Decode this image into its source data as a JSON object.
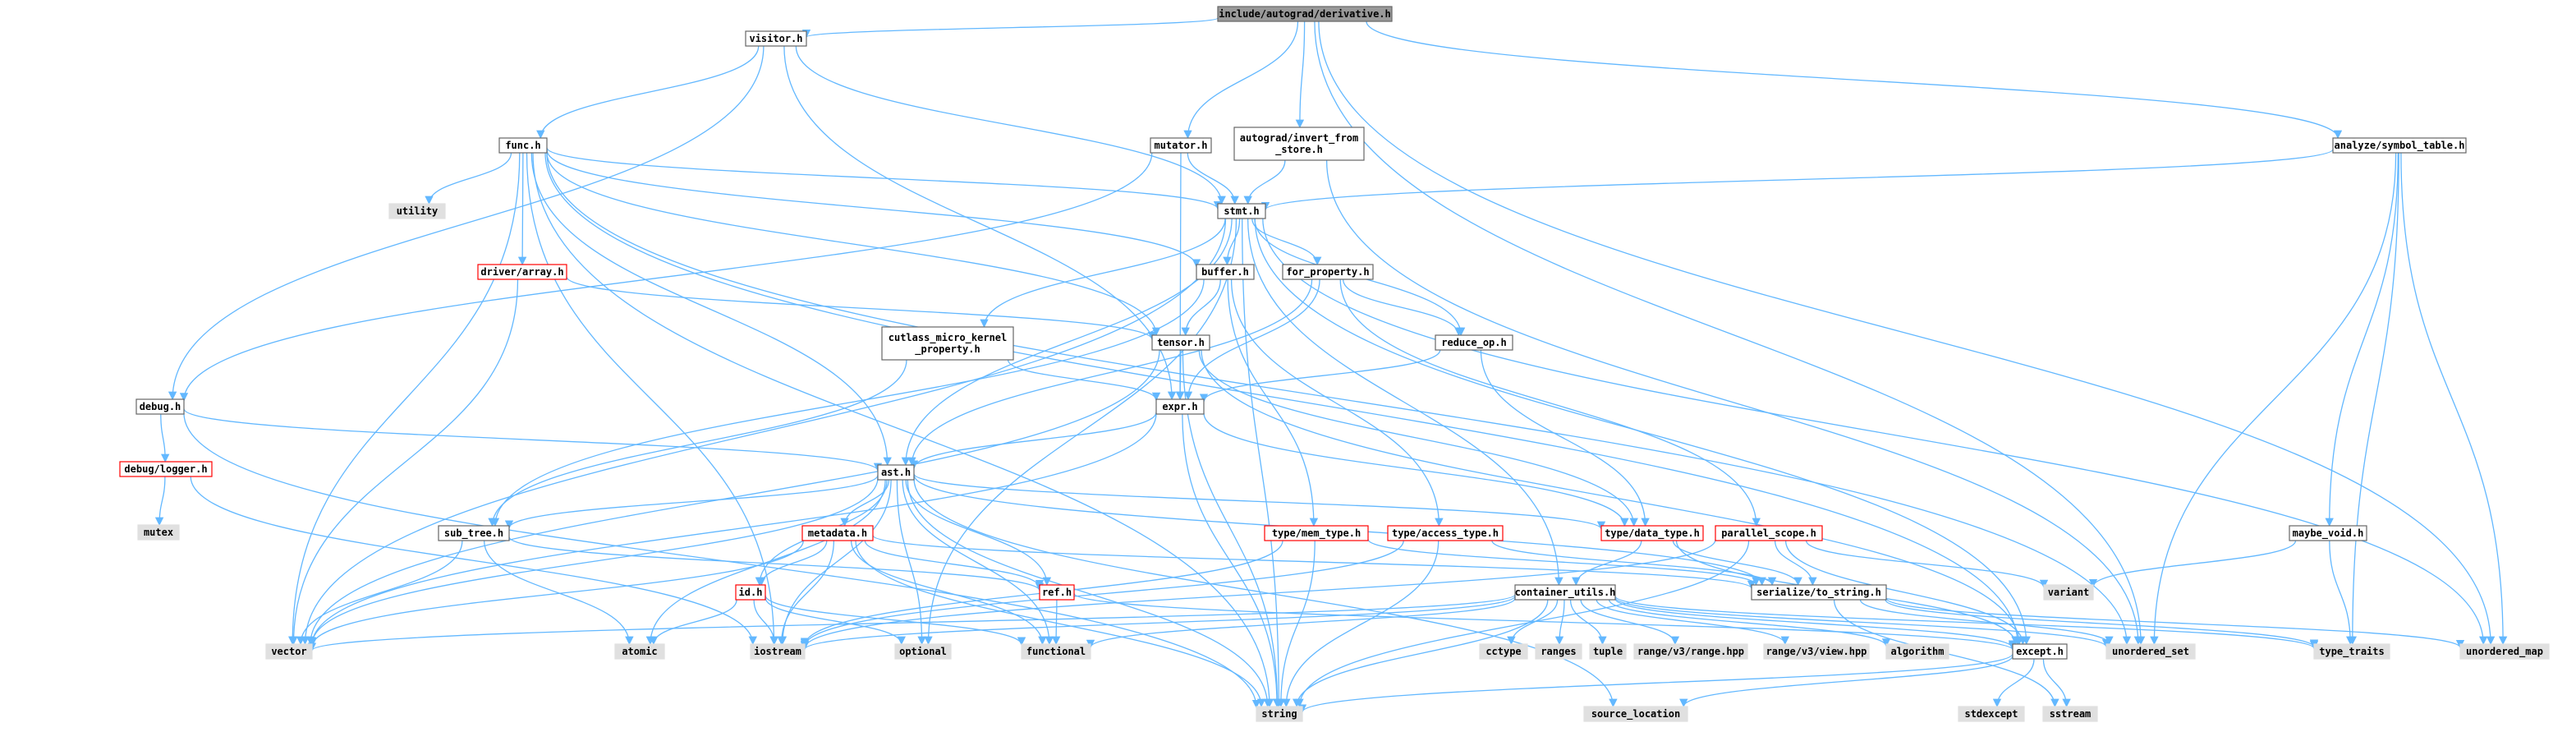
{
  "colors": {
    "edge": "#63b8ff",
    "focus_fill": "#999999",
    "normal_fill": "#ffffff",
    "normal_stroke": "#666666",
    "red_stroke": "#ff0000",
    "gray_fill": "#e0e0e0"
  },
  "nodes": [
    {
      "id": "derivative",
      "label": "include/autograd/derivative.h",
      "kind": "focus"
    },
    {
      "id": "visitor",
      "label": "visitor.h",
      "kind": "normal"
    },
    {
      "id": "func",
      "label": "func.h",
      "kind": "normal"
    },
    {
      "id": "utility",
      "label": "utility",
      "kind": "gray"
    },
    {
      "id": "mutator",
      "label": "mutator.h",
      "kind": "normal"
    },
    {
      "id": "invert",
      "label": "autograd/invert_from_store.h",
      "lines": [
        "autograd/invert_from",
        "_store.h"
      ],
      "kind": "normal"
    },
    {
      "id": "analyze",
      "label": "analyze/symbol_table.h",
      "kind": "normal"
    },
    {
      "id": "stmt",
      "label": "stmt.h",
      "kind": "normal"
    },
    {
      "id": "driverarray",
      "label": "driver/array.h",
      "kind": "red"
    },
    {
      "id": "buffer",
      "label": "buffer.h",
      "kind": "normal"
    },
    {
      "id": "forprop",
      "label": "for_property.h",
      "kind": "normal"
    },
    {
      "id": "cutlass",
      "label": "cutlass_micro_kernel_property.h",
      "lines": [
        "cutlass_micro_kernel",
        "_property.h"
      ],
      "kind": "normal"
    },
    {
      "id": "tensor",
      "label": "tensor.h",
      "kind": "normal"
    },
    {
      "id": "reduceop",
      "label": "reduce_op.h",
      "kind": "normal"
    },
    {
      "id": "debug",
      "label": "debug.h",
      "kind": "normal"
    },
    {
      "id": "expr",
      "label": "expr.h",
      "kind": "normal"
    },
    {
      "id": "logger",
      "label": "debug/logger.h",
      "kind": "red"
    },
    {
      "id": "mutex",
      "label": "mutex",
      "kind": "gray"
    },
    {
      "id": "ast",
      "label": "ast.h",
      "kind": "normal"
    },
    {
      "id": "subtree",
      "label": "sub_tree.h",
      "kind": "normal"
    },
    {
      "id": "metadata",
      "label": "metadata.h",
      "kind": "red"
    },
    {
      "id": "memtype",
      "label": "type/mem_type.h",
      "kind": "red"
    },
    {
      "id": "accesstype",
      "label": "type/access_type.h",
      "kind": "red"
    },
    {
      "id": "datatype",
      "label": "type/data_type.h",
      "kind": "red"
    },
    {
      "id": "parallel",
      "label": "parallel_scope.h",
      "kind": "red"
    },
    {
      "id": "maybevoid",
      "label": "maybe_void.h",
      "kind": "normal"
    },
    {
      "id": "variant",
      "label": "variant",
      "kind": "gray"
    },
    {
      "id": "idh",
      "label": "id.h",
      "kind": "red"
    },
    {
      "id": "refh",
      "label": "ref.h",
      "kind": "red"
    },
    {
      "id": "container",
      "label": "container_utils.h",
      "kind": "normal"
    },
    {
      "id": "serialize",
      "label": "serialize/to_string.h",
      "kind": "normal"
    },
    {
      "id": "vector",
      "label": "vector",
      "kind": "gray"
    },
    {
      "id": "atomic",
      "label": "atomic",
      "kind": "gray"
    },
    {
      "id": "iostream",
      "label": "iostream",
      "kind": "gray"
    },
    {
      "id": "optional",
      "label": "optional",
      "kind": "gray"
    },
    {
      "id": "functional",
      "label": "functional",
      "kind": "gray"
    },
    {
      "id": "cctype",
      "label": "cctype",
      "kind": "gray"
    },
    {
      "id": "ranges",
      "label": "ranges",
      "kind": "gray"
    },
    {
      "id": "tuple",
      "label": "tuple",
      "kind": "gray"
    },
    {
      "id": "rangehpp",
      "label": "range/v3/range.hpp",
      "kind": "gray"
    },
    {
      "id": "viewhpp",
      "label": "range/v3/view.hpp",
      "kind": "gray"
    },
    {
      "id": "algorithm",
      "label": "algorithm",
      "kind": "gray"
    },
    {
      "id": "except",
      "label": "except.h",
      "kind": "normal"
    },
    {
      "id": "unorderedset",
      "label": "unordered_set",
      "kind": "gray"
    },
    {
      "id": "typetraits",
      "label": "type_traits",
      "kind": "gray"
    },
    {
      "id": "unorderedmap",
      "label": "unordered_map",
      "kind": "gray"
    },
    {
      "id": "string",
      "label": "string",
      "kind": "gray"
    },
    {
      "id": "sourceloc",
      "label": "source_location",
      "kind": "gray"
    },
    {
      "id": "stdexcept",
      "label": "stdexcept",
      "kind": "gray"
    },
    {
      "id": "sstream",
      "label": "sstream",
      "kind": "gray"
    }
  ],
  "edges": [
    [
      "derivative",
      "visitor"
    ],
    [
      "derivative",
      "mutator"
    ],
    [
      "derivative",
      "invert"
    ],
    [
      "derivative",
      "analyze"
    ],
    [
      "derivative",
      "unorderedset"
    ],
    [
      "derivative",
      "unorderedmap"
    ],
    [
      "visitor",
      "func"
    ],
    [
      "visitor",
      "stmt"
    ],
    [
      "visitor",
      "debug"
    ],
    [
      "visitor",
      "expr"
    ],
    [
      "func",
      "utility"
    ],
    [
      "func",
      "driverarray"
    ],
    [
      "func",
      "stmt"
    ],
    [
      "func",
      "buffer"
    ],
    [
      "func",
      "tensor"
    ],
    [
      "func",
      "ast"
    ],
    [
      "func",
      "vector"
    ],
    [
      "func",
      "iostream"
    ],
    [
      "func",
      "string"
    ],
    [
      "func",
      "unorderedset"
    ],
    [
      "func",
      "except"
    ],
    [
      "mutator",
      "stmt"
    ],
    [
      "mutator",
      "debug"
    ],
    [
      "mutator",
      "expr"
    ],
    [
      "invert",
      "stmt"
    ],
    [
      "invert",
      "unorderedset"
    ],
    [
      "analyze",
      "stmt"
    ],
    [
      "analyze",
      "maybevoid"
    ],
    [
      "analyze",
      "unorderedset"
    ],
    [
      "analyze",
      "unorderedmap"
    ],
    [
      "analyze",
      "typetraits"
    ],
    [
      "stmt",
      "buffer"
    ],
    [
      "stmt",
      "forprop"
    ],
    [
      "stmt",
      "cutlass"
    ],
    [
      "stmt",
      "reduceop"
    ],
    [
      "stmt",
      "ast"
    ],
    [
      "stmt",
      "container"
    ],
    [
      "stmt",
      "vector"
    ],
    [
      "stmt",
      "optional"
    ],
    [
      "stmt",
      "except"
    ],
    [
      "stmt",
      "string"
    ],
    [
      "stmt",
      "unorderedmap"
    ],
    [
      "driverarray",
      "tensor"
    ],
    [
      "driverarray",
      "vector"
    ],
    [
      "buffer",
      "tensor"
    ],
    [
      "buffer",
      "memtype"
    ],
    [
      "buffer",
      "accesstype"
    ],
    [
      "buffer",
      "subtree"
    ],
    [
      "forprop",
      "expr"
    ],
    [
      "forprop",
      "reduceop"
    ],
    [
      "forprop",
      "parallel"
    ],
    [
      "forprop",
      "ast"
    ],
    [
      "cutlass",
      "expr"
    ],
    [
      "cutlass",
      "subtree"
    ],
    [
      "tensor",
      "expr"
    ],
    [
      "tensor",
      "datatype"
    ],
    [
      "tensor",
      "except"
    ],
    [
      "tensor",
      "vector"
    ],
    [
      "tensor",
      "string"
    ],
    [
      "reduceop",
      "expr"
    ],
    [
      "reduceop",
      "datatype"
    ],
    [
      "debug",
      "ast"
    ],
    [
      "debug",
      "logger"
    ],
    [
      "debug",
      "string"
    ],
    [
      "logger",
      "mutex"
    ],
    [
      "logger",
      "iostream"
    ],
    [
      "expr",
      "ast"
    ],
    [
      "expr",
      "datatype"
    ],
    [
      "expr",
      "vector"
    ],
    [
      "expr",
      "string"
    ],
    [
      "ast",
      "subtree"
    ],
    [
      "ast",
      "metadata"
    ],
    [
      "ast",
      "idh"
    ],
    [
      "ast",
      "refh"
    ],
    [
      "ast",
      "datatype"
    ],
    [
      "ast",
      "serialize"
    ],
    [
      "ast",
      "atomic"
    ],
    [
      "ast",
      "iostream"
    ],
    [
      "ast",
      "optional"
    ],
    [
      "ast",
      "functional"
    ],
    [
      "ast",
      "vector"
    ],
    [
      "ast",
      "string"
    ],
    [
      "ast",
      "sourceloc"
    ],
    [
      "subtree",
      "refh"
    ],
    [
      "subtree",
      "vector"
    ],
    [
      "subtree",
      "atomic"
    ],
    [
      "metadata",
      "idh"
    ],
    [
      "metadata",
      "refh"
    ],
    [
      "metadata",
      "vector"
    ],
    [
      "metadata",
      "iostream"
    ],
    [
      "metadata",
      "functional"
    ],
    [
      "metadata",
      "string"
    ],
    [
      "metadata",
      "serialize"
    ],
    [
      "memtype",
      "serialize"
    ],
    [
      "memtype",
      "iostream"
    ],
    [
      "memtype",
      "string"
    ],
    [
      "accesstype",
      "serialize"
    ],
    [
      "accesstype",
      "iostream"
    ],
    [
      "accesstype",
      "string"
    ],
    [
      "datatype",
      "container"
    ],
    [
      "datatype",
      "serialize"
    ],
    [
      "datatype",
      "except"
    ],
    [
      "parallel",
      "variant"
    ],
    [
      "parallel",
      "serialize"
    ],
    [
      "parallel",
      "except"
    ],
    [
      "parallel",
      "string"
    ],
    [
      "parallel",
      "iostream"
    ],
    [
      "maybevoid",
      "variant"
    ],
    [
      "maybevoid",
      "typetraits"
    ],
    [
      "idh",
      "atomic"
    ],
    [
      "idh",
      "iostream"
    ],
    [
      "idh",
      "functional"
    ],
    [
      "idh",
      "optional"
    ],
    [
      "refh",
      "functional"
    ],
    [
      "refh",
      "except"
    ],
    [
      "container",
      "cctype"
    ],
    [
      "container",
      "ranges"
    ],
    [
      "container",
      "tuple"
    ],
    [
      "container",
      "rangehpp"
    ],
    [
      "container",
      "viewhpp"
    ],
    [
      "container",
      "algorithm"
    ],
    [
      "container",
      "except"
    ],
    [
      "container",
      "iostream"
    ],
    [
      "container",
      "functional"
    ],
    [
      "container",
      "vector"
    ],
    [
      "container",
      "unorderedset"
    ],
    [
      "container",
      "typetraits"
    ],
    [
      "container",
      "string"
    ],
    [
      "serialize",
      "unorderedset"
    ],
    [
      "serialize",
      "typetraits"
    ],
    [
      "serialize",
      "unorderedmap"
    ],
    [
      "serialize",
      "sstream"
    ],
    [
      "except",
      "stdexcept"
    ],
    [
      "except",
      "sstream"
    ],
    [
      "except",
      "string"
    ],
    [
      "except",
      "sourceloc"
    ]
  ]
}
